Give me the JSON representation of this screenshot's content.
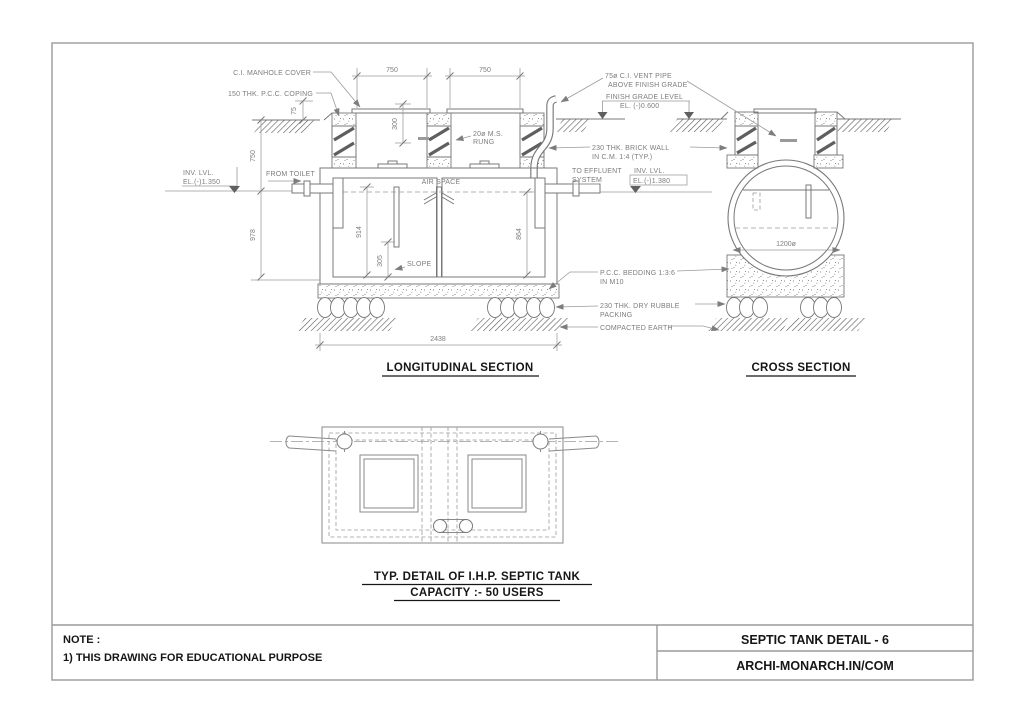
{
  "titleblock": {
    "note_heading": "NOTE :",
    "note_line1": "1) THIS DRAWING FOR EDUCATIONAL PURPOSE",
    "drawing_title": "SEPTIC TANK DETAIL - 6",
    "source": "ARCHI-MONARCH.IN/COM"
  },
  "longitudinal": {
    "title": "LONGITUDINAL SECTION",
    "labels": {
      "manhole_cover": "C.I. MANHOLE COVER",
      "coping": "150 THK. P.C.C. COPING",
      "inv_lvl_inlet_l1": "INV. LVL.",
      "inv_lvl_inlet_l2": "EL.(-)1.350",
      "from_toilet": "FROM TOILET",
      "rung_l1": "20ø M.S.",
      "rung_l2": "RUNG",
      "air_space": "AIR SPACE",
      "slope": "SLOPE",
      "to_effluent_l1": "TO EFFLUENT",
      "to_effluent_l2": "SYSTEM",
      "inv_lvl_outlet_l1": "INV. LVL.",
      "inv_lvl_outlet_l2": "EL.(-)1.380"
    },
    "dims": {
      "cover_width_1": "750",
      "cover_width_2": "750",
      "shaft_depth": "300",
      "coping_height": "75",
      "grade_to_invert": "750",
      "invert_to_floor": "978",
      "chamber1_depth": "914",
      "chamber2_depth": "864",
      "slope_drop": "305",
      "tank_length": "2438"
    }
  },
  "shared_labels": {
    "vent_l1": "75ø C.I. VENT PIPE",
    "vent_l2": "ABOVE FINISH GRADE",
    "grade_l1": "FINISH GRADE LEVEL",
    "grade_l2": "EL. (-)0.600",
    "brick_l1": "230 THK. BRICK WALL",
    "brick_l2": "IN C.M. 1:4 (TYP.)",
    "bedding_l1": "P.C.C. BEDDING 1:3:6",
    "bedding_l2": "IN M10",
    "rubble_l1": "230 THK. DRY RUBBLE",
    "rubble_l2": "PACKING",
    "earth": "COMPACTED EARTH"
  },
  "cross": {
    "title": "CROSS SECTION",
    "dims": {
      "diameter": "1200ø"
    }
  },
  "plan": {
    "title_l1": "TYP. DETAIL OF I.H.P. SEPTIC TANK",
    "title_l2": "CAPACITY :- 50 USERS"
  }
}
